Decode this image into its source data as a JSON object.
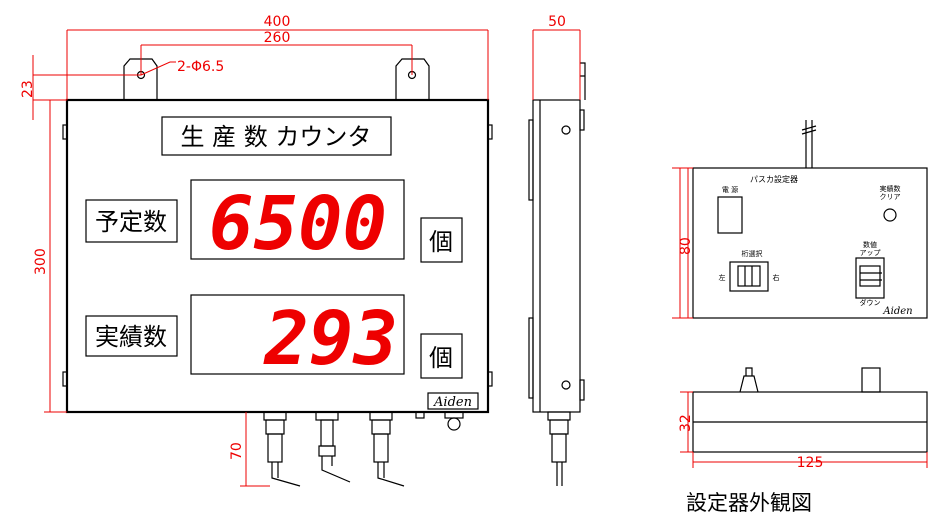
{
  "main_panel": {
    "title": "生 産 数 カウンタ",
    "row1_label": "予定数",
    "row1_value": "6500",
    "row2_label": "実績数",
    "row2_value": "293",
    "unit": "個",
    "brand": "Aiden"
  },
  "dimensions": {
    "width": "400",
    "hole_pitch": "260",
    "holes": "2-Φ6.5",
    "hole_offset": "23",
    "height": "300",
    "connector_length": "70",
    "depth": "50",
    "controller_height": "80",
    "controller_thickness": "32",
    "controller_width": "125"
  },
  "controller": {
    "title": "パスカ設定器",
    "power": "電 源",
    "clear_label_1": "実績数",
    "clear_label_2": "クリア",
    "digit_select": "桁選択",
    "left": "左",
    "right": "右",
    "value_label_1": "数値",
    "value_label_2": "アップ",
    "down": "ダウン",
    "brand": "Aiden"
  },
  "caption": "設定器外観図",
  "colors": {
    "dimension": "#e00000",
    "digits": "#e00000"
  }
}
